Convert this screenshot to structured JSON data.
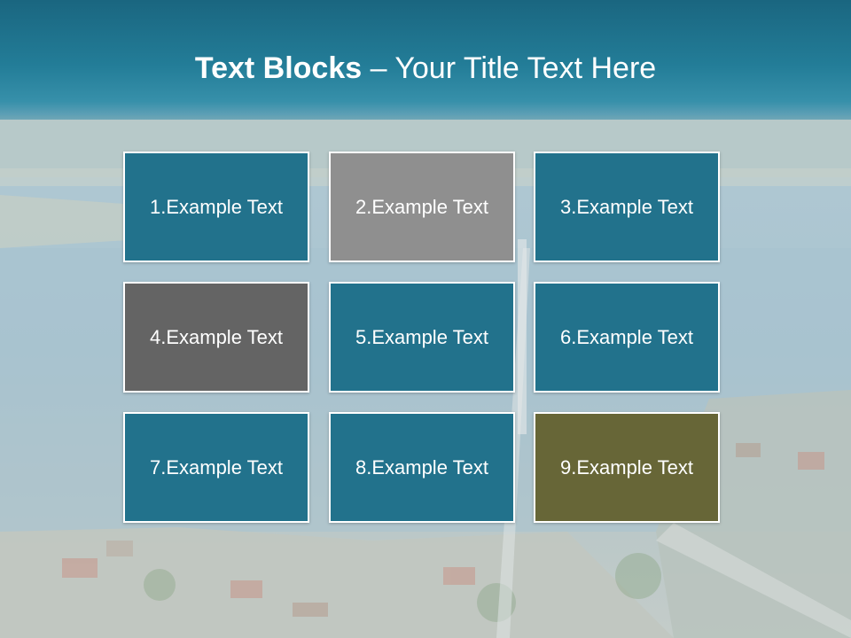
{
  "title": {
    "bold": "Text Blocks",
    "dash": " – ",
    "rest": "Your Title Text Here"
  },
  "colors": {
    "teal": "#22728c",
    "gray_light": "#8f8f8f",
    "gray_dark": "#646464",
    "olive": "#676637"
  },
  "blocks": [
    {
      "label": "1.Example Text",
      "color": "#22728c"
    },
    {
      "label": "2.Example Text",
      "color": "#8f8f8f"
    },
    {
      "label": "3.Example Text",
      "color": "#22728c"
    },
    {
      "label": "4.Example Text",
      "color": "#646464"
    },
    {
      "label": "5.Example Text",
      "color": "#22728c"
    },
    {
      "label": "6.Example Text",
      "color": "#22728c"
    },
    {
      "label": "7.Example Text",
      "color": "#22728c"
    },
    {
      "label": "8.Example Text",
      "color": "#22728c"
    },
    {
      "label": "9.Example Text",
      "color": "#676637"
    }
  ]
}
